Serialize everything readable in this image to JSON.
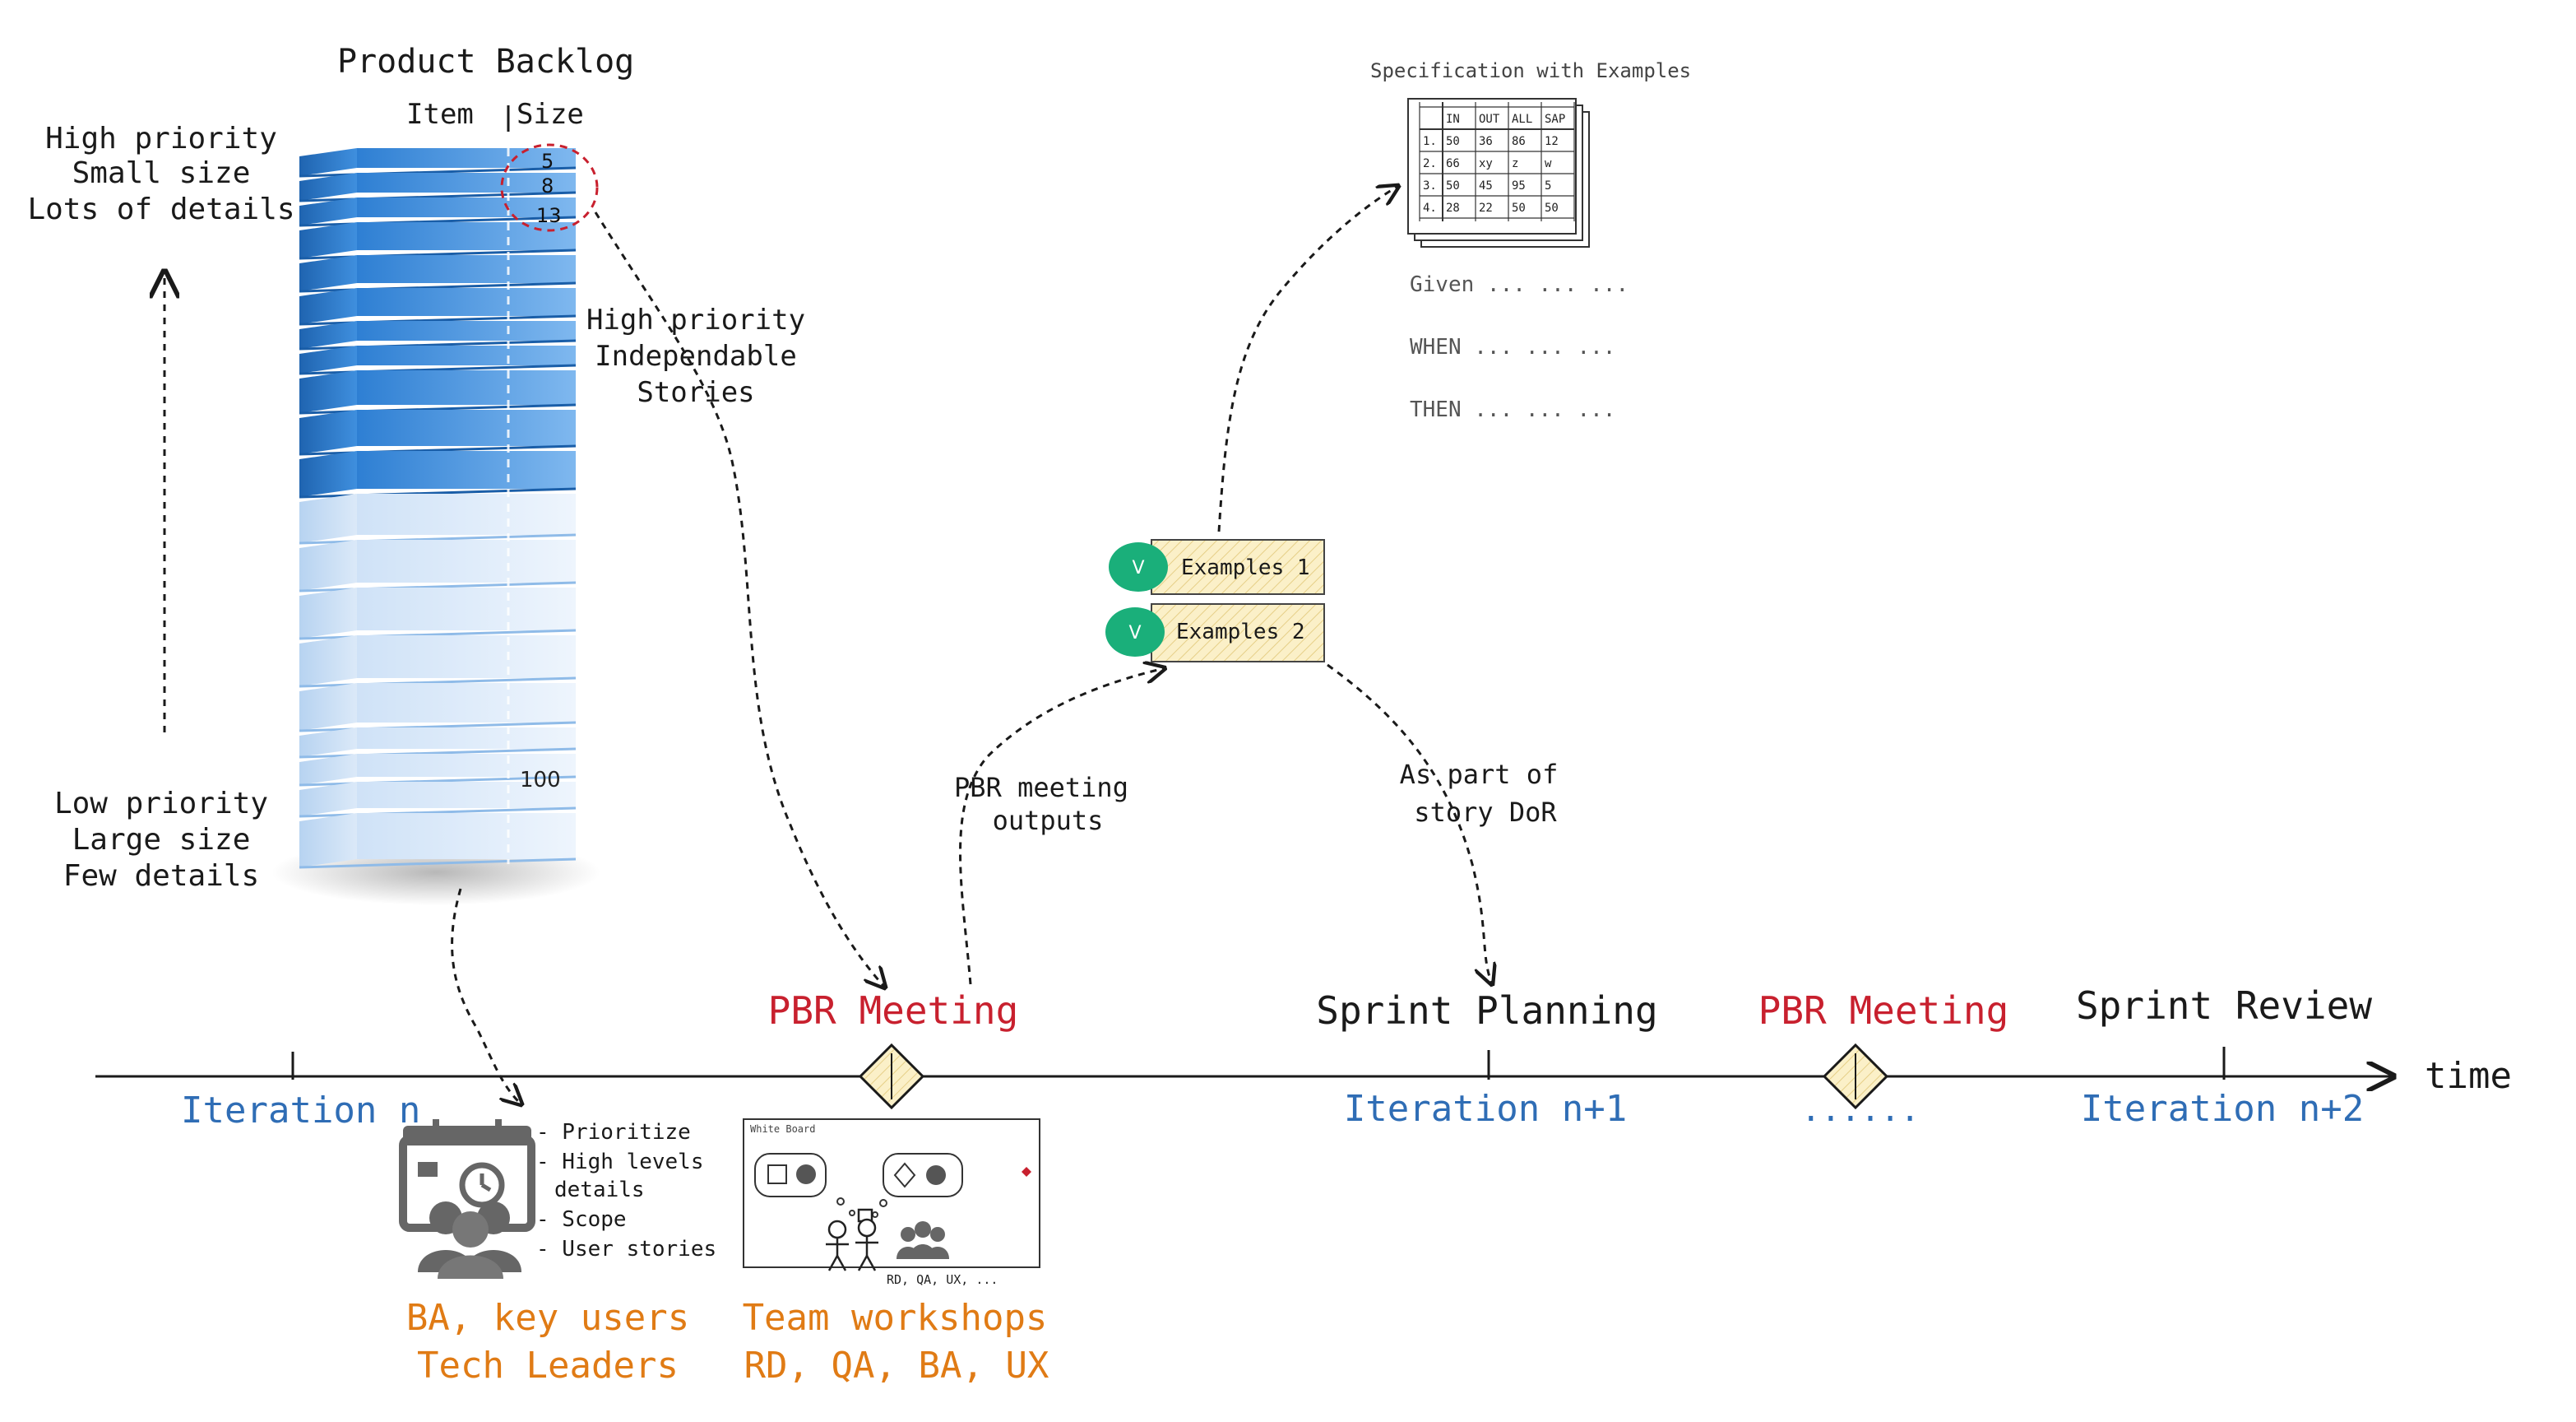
{
  "colors": {
    "red": "#c8202e",
    "blue": "#2f6db5",
    "orange": "#e07b15",
    "black": "#1a1a1a",
    "gray": "#555555",
    "green": "#1aaf7a",
    "note_fill": "#fbf0c8",
    "backlog_blue": "#2e7fd3"
  },
  "backlog": {
    "title": "Product Backlog",
    "col_item": "Item",
    "col_size": "Size",
    "sizes": [
      "5",
      "8",
      "13"
    ],
    "bottom_size": "100"
  },
  "priority_high": [
    "High priority",
    "Small size",
    "Lots of details"
  ],
  "priority_low": [
    "Low priority",
    "Large size",
    "Few details"
  ],
  "stories_note": [
    "High priority",
    "Independable",
    "Stories"
  ],
  "spec": {
    "title": "Specification with Examples",
    "table_headers": [
      "IN",
      "OUT",
      "ALL",
      "SAP"
    ],
    "table_rows": [
      [
        "1.",
        "50",
        "36",
        "86",
        "12"
      ],
      [
        "2.",
        "66",
        "xy",
        "z",
        "w"
      ],
      [
        "3.",
        "50",
        "45",
        "95",
        "5"
      ],
      [
        "4.",
        "28",
        "22",
        "50",
        "50"
      ]
    ],
    "given": "Given ... ... ...",
    "when": "WHEN ... ... ...",
    "then": "THEN ... ... ..."
  },
  "examples": [
    {
      "badge": "V",
      "label": "Examples 1"
    },
    {
      "badge": "V",
      "label": "Examples 2"
    }
  ],
  "pbr_outputs": [
    "PBR meeting",
    "outputs"
  ],
  "story_dor": [
    "As part of",
    "story DoR"
  ],
  "timeline": {
    "pbr_meeting_1": "PBR Meeting",
    "sprint_planning": "Sprint Planning",
    "pbr_meeting_2": "PBR Meeting",
    "sprint_review": "Sprint Review",
    "time": "time",
    "iteration_n": "Iteration n",
    "iteration_n1": "Iteration n+1",
    "dots": "......",
    "iteration_n2": "Iteration n+2"
  },
  "activities": [
    "- Prioritize",
    "- High levels",
    "details",
    "- Scope",
    "- User stories"
  ],
  "roles_1": [
    "BA, key users",
    "Tech Leaders"
  ],
  "whiteboard": {
    "title": "White Board",
    "caption": "RD, QA, UX, ..."
  },
  "roles_2": [
    "Team workshops",
    "RD, QA, BA, UX"
  ]
}
